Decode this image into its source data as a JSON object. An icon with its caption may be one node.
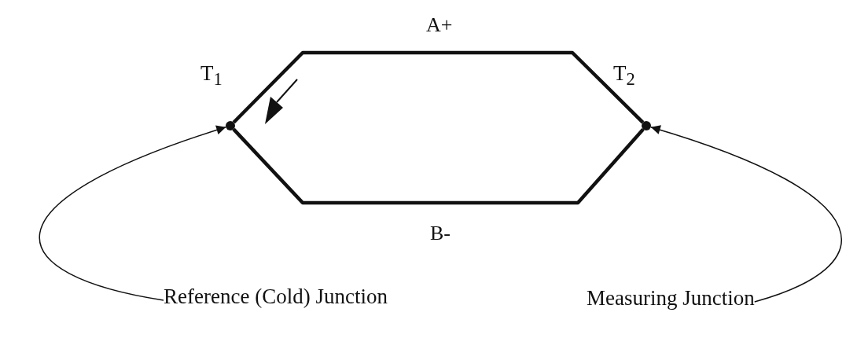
{
  "diagram": {
    "nodes": [
      {
        "text": [],
        "shape": "circle"
      },
      {
        "text": [],
        "shape": "circle"
      },
      {
        "text": [
          "Reference (Cold) Junction"
        ]
      },
      {
        "text": [
          "Measuring Junction"
        ]
      }
    ],
    "edges": [
      {
        "from": 0,
        "to": 1,
        "arrow": "none",
        "label": "A+",
        "style": "thick"
      },
      {
        "from": 0,
        "to": 1,
        "arrow": "none",
        "label": "B-",
        "style": "thick"
      },
      {
        "from": 2,
        "to": 0,
        "arrow": "to"
      },
      {
        "from": 3,
        "to": 1,
        "arrow": "to"
      }
    ],
    "labels": [
      "T$_{1}$",
      "T$_{2}$"
    ]
  }
}
